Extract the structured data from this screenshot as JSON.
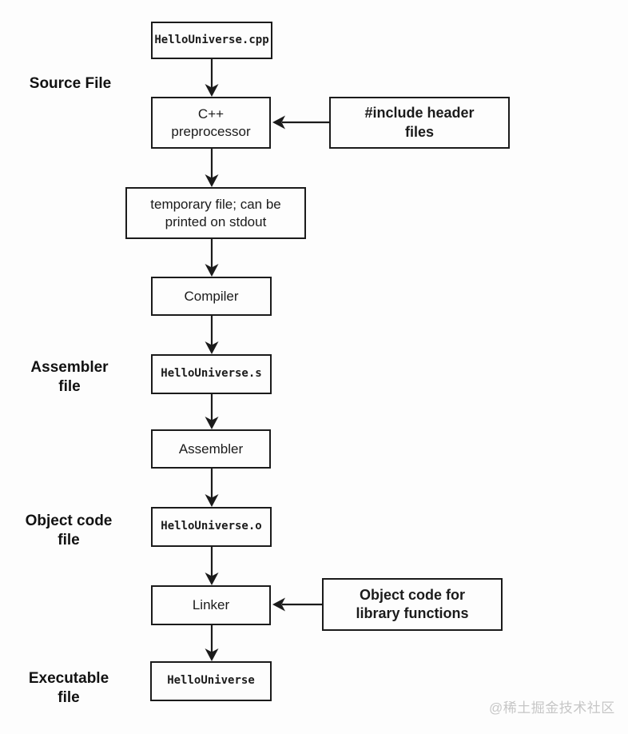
{
  "diagram": {
    "type": "flowchart",
    "subject": "C++ build pipeline from source file to executable",
    "nodes": [
      {
        "id": "source-file",
        "label": "HelloUniverse.cpp",
        "style": "mono"
      },
      {
        "id": "cpp-preprocessor",
        "label": "C++\npreprocessor",
        "style": "plain"
      },
      {
        "id": "include-headers",
        "label": "#include header\nfiles",
        "style": "bold"
      },
      {
        "id": "temp-file",
        "label": "temporary file; can be\nprinted on stdout",
        "style": "plain"
      },
      {
        "id": "compiler",
        "label": "Compiler",
        "style": "plain"
      },
      {
        "id": "assembler-file",
        "label": "HelloUniverse.s",
        "style": "mono"
      },
      {
        "id": "assembler",
        "label": "Assembler",
        "style": "plain"
      },
      {
        "id": "object-file",
        "label": "HelloUniverse.o",
        "style": "mono"
      },
      {
        "id": "linker",
        "label": "Linker",
        "style": "plain"
      },
      {
        "id": "object-code-lib",
        "label": "Object code for\nlibrary functions",
        "style": "bold"
      },
      {
        "id": "executable",
        "label": "HelloUniverse",
        "style": "mono"
      }
    ],
    "side_labels": [
      {
        "id": "source-file-label",
        "text": "Source File"
      },
      {
        "id": "assembler-file-label",
        "text": "Assembler\nfile"
      },
      {
        "id": "object-code-file-label",
        "text": "Object code\nfile"
      },
      {
        "id": "executable-file-label",
        "text": "Executable\nfile"
      }
    ],
    "edges": [
      {
        "from": "source-file",
        "to": "cpp-preprocessor"
      },
      {
        "from": "include-headers",
        "to": "cpp-preprocessor"
      },
      {
        "from": "cpp-preprocessor",
        "to": "temp-file"
      },
      {
        "from": "temp-file",
        "to": "compiler"
      },
      {
        "from": "compiler",
        "to": "assembler-file"
      },
      {
        "from": "assembler-file",
        "to": "assembler"
      },
      {
        "from": "assembler",
        "to": "object-file"
      },
      {
        "from": "object-file",
        "to": "linker"
      },
      {
        "from": "object-code-lib",
        "to": "linker"
      },
      {
        "from": "linker",
        "to": "executable"
      }
    ],
    "watermark": "@稀土掘金技术社区",
    "colors": {
      "background": "#fdfdfd",
      "box_border": "#1b1b1b",
      "box_fill": "#fdfdfd",
      "text": "#1b1b1b",
      "arrow": "#1b1b1b",
      "watermark": "#c6c6c6"
    }
  }
}
